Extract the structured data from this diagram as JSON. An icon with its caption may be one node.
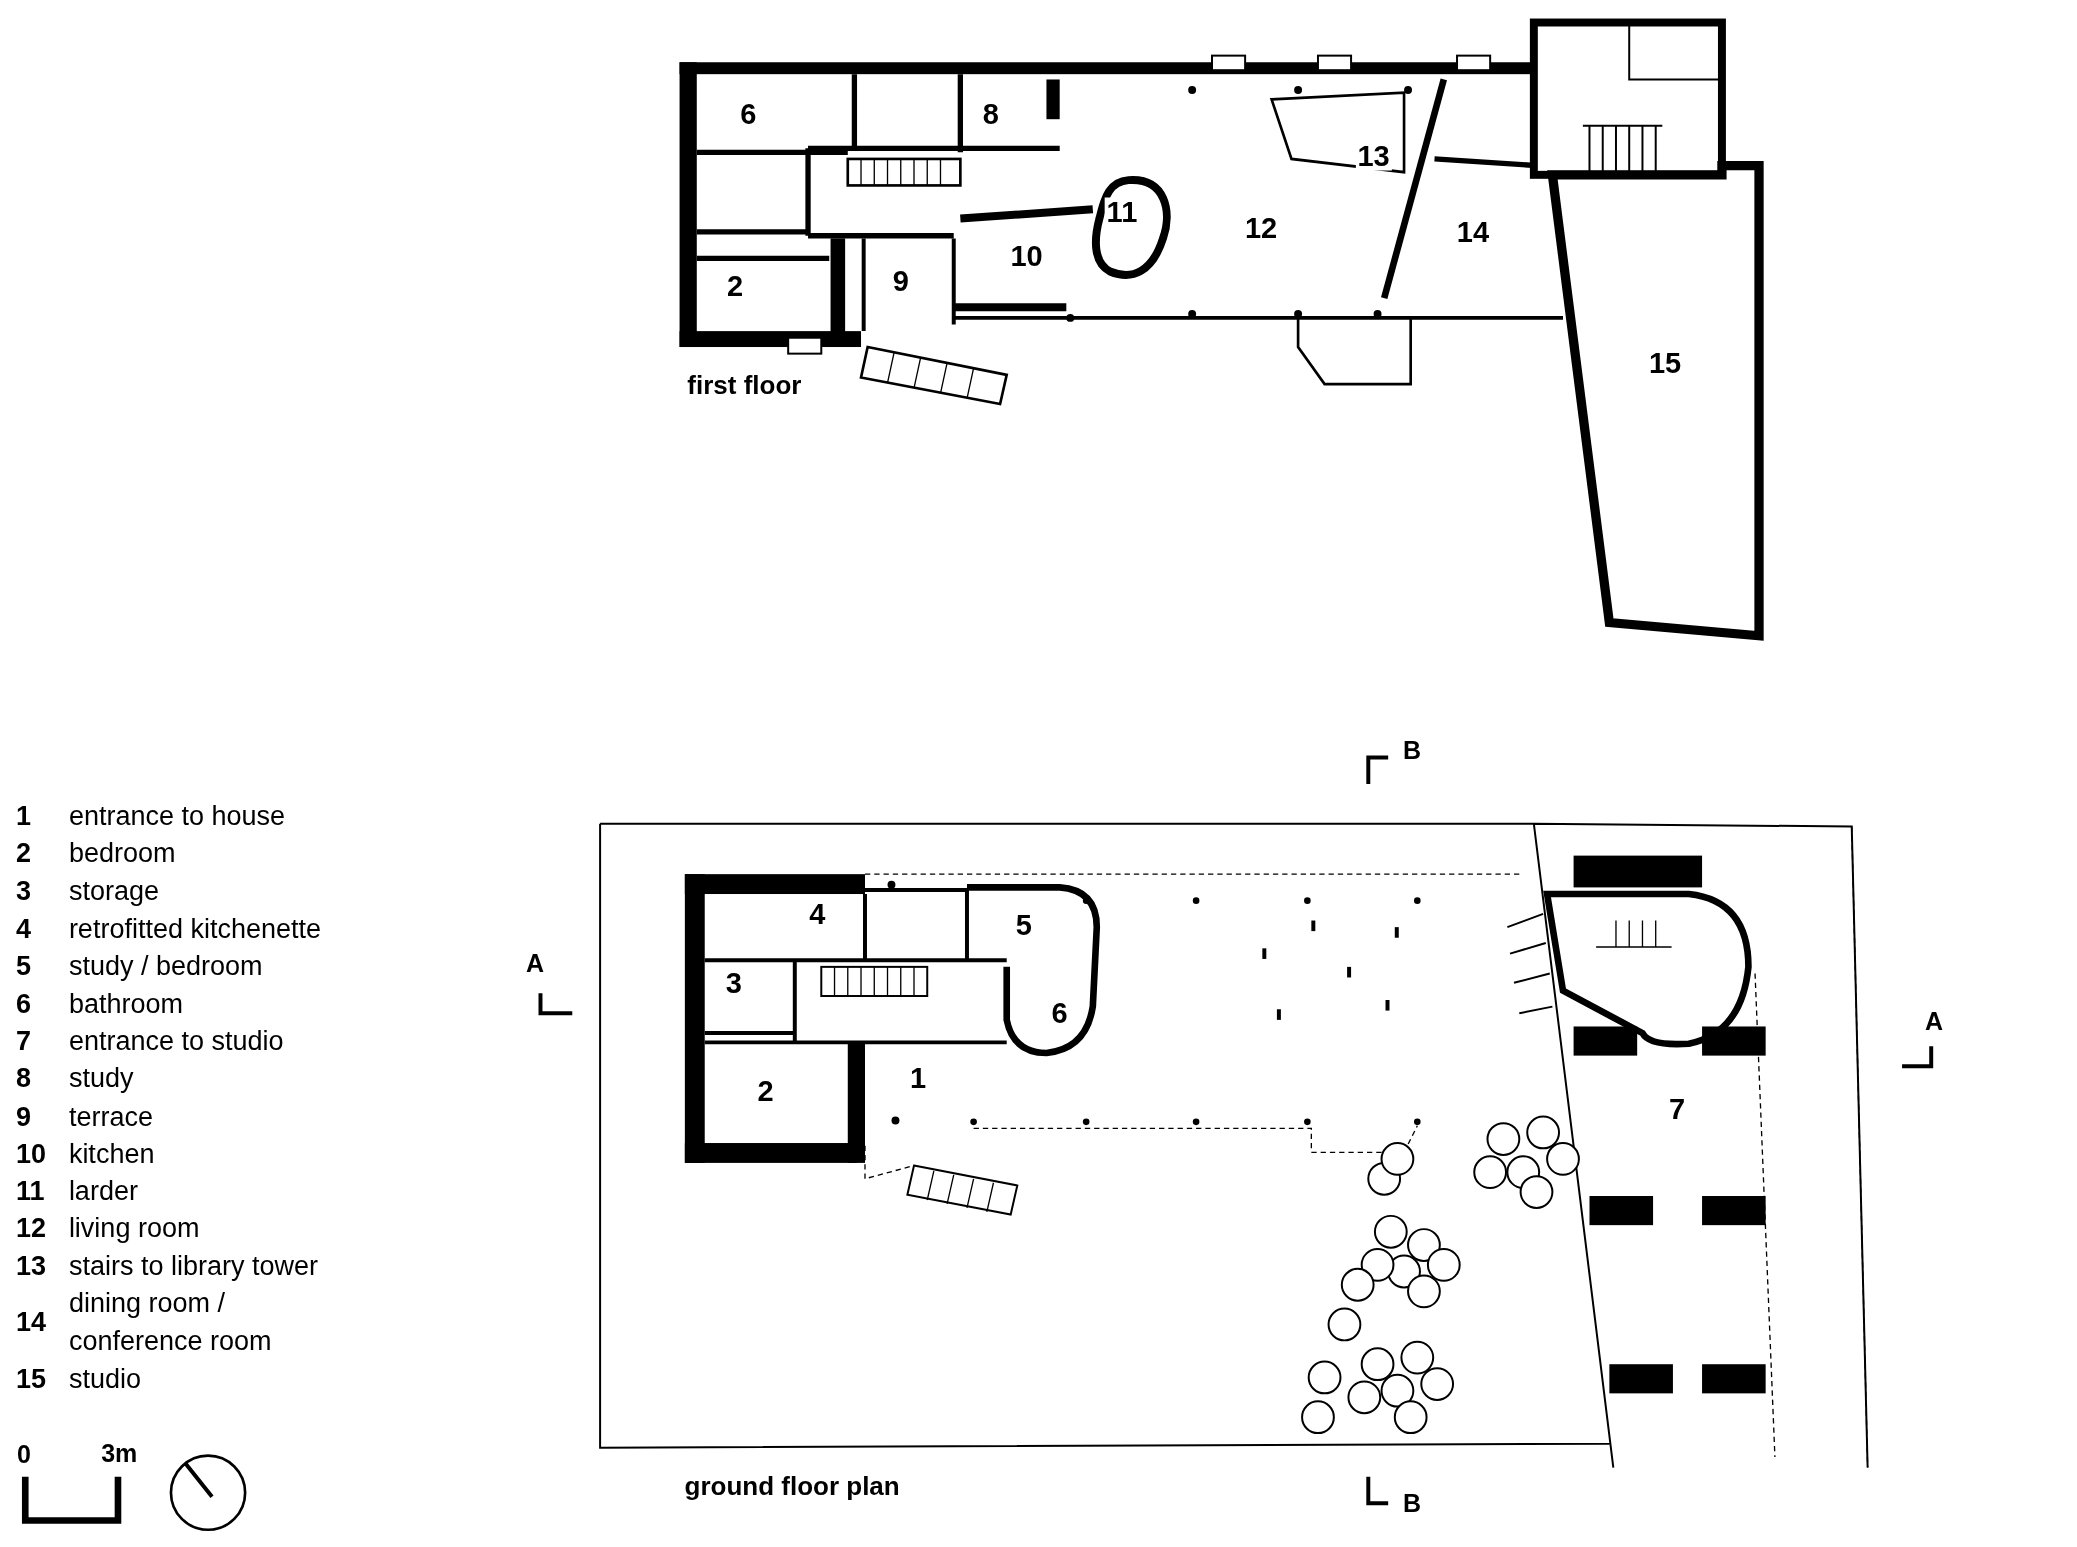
{
  "diagram": {
    "labels": [
      "6",
      "8",
      "13",
      "11",
      "12",
      "10",
      "2",
      "9",
      "14",
      "15",
      "first floor",
      "1",
      "entrance to house",
      "2",
      "bedroom",
      "3",
      "storage",
      "4",
      "retrofitted kitchenette",
      "5",
      "study / bedroom",
      "6",
      "bathroom",
      "7",
      "entrance to studio",
      "8",
      "study",
      "9",
      "terrace",
      "10",
      "kitchen",
      "11",
      "larder",
      "12",
      "living room",
      "13",
      "stairs to library tower",
      "14",
      "dining room / conference room",
      "15",
      "studio",
      "B",
      "A",
      "4",
      "5",
      "3",
      "6",
      "A",
      "1",
      "2",
      "7",
      "ground floor plan",
      "B",
      "0",
      "3m"
    ]
  }
}
